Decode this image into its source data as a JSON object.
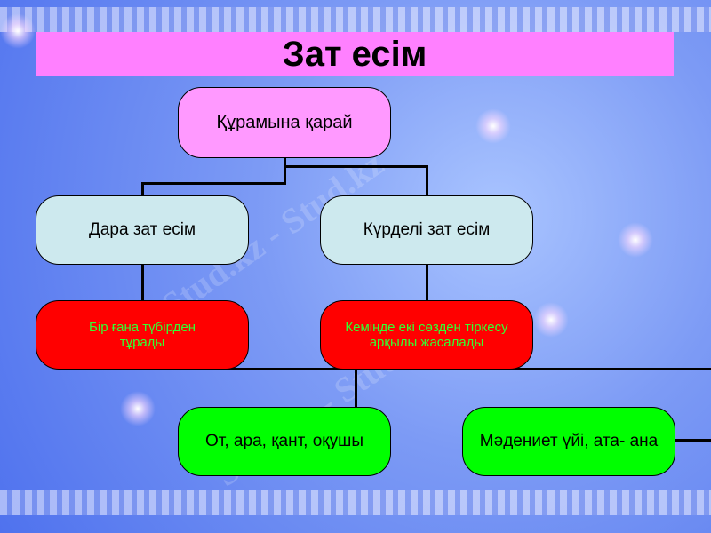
{
  "slide": {
    "title": "Зат есім",
    "watermark": "Stud.kz - Stud.kz",
    "colors": {
      "title_bg": "#ff80ff",
      "root": "#ff99ff",
      "level1": "#cde9ee",
      "level2": "#ff0000",
      "level2_text": "#33ff33",
      "level3": "#00ff00"
    }
  },
  "diagram": {
    "root": "Құрамына қарай",
    "level1": [
      "Дара зат есім",
      "Күрделі зат есім"
    ],
    "level2": [
      "Бір ғана түбірден тұрады",
      "Кемінде екі сөзден тіркесу арқылы жасалады"
    ],
    "level3": [
      "От, ара, қант, оқушы",
      "Мәдениет үйі, ата- ана"
    ]
  }
}
